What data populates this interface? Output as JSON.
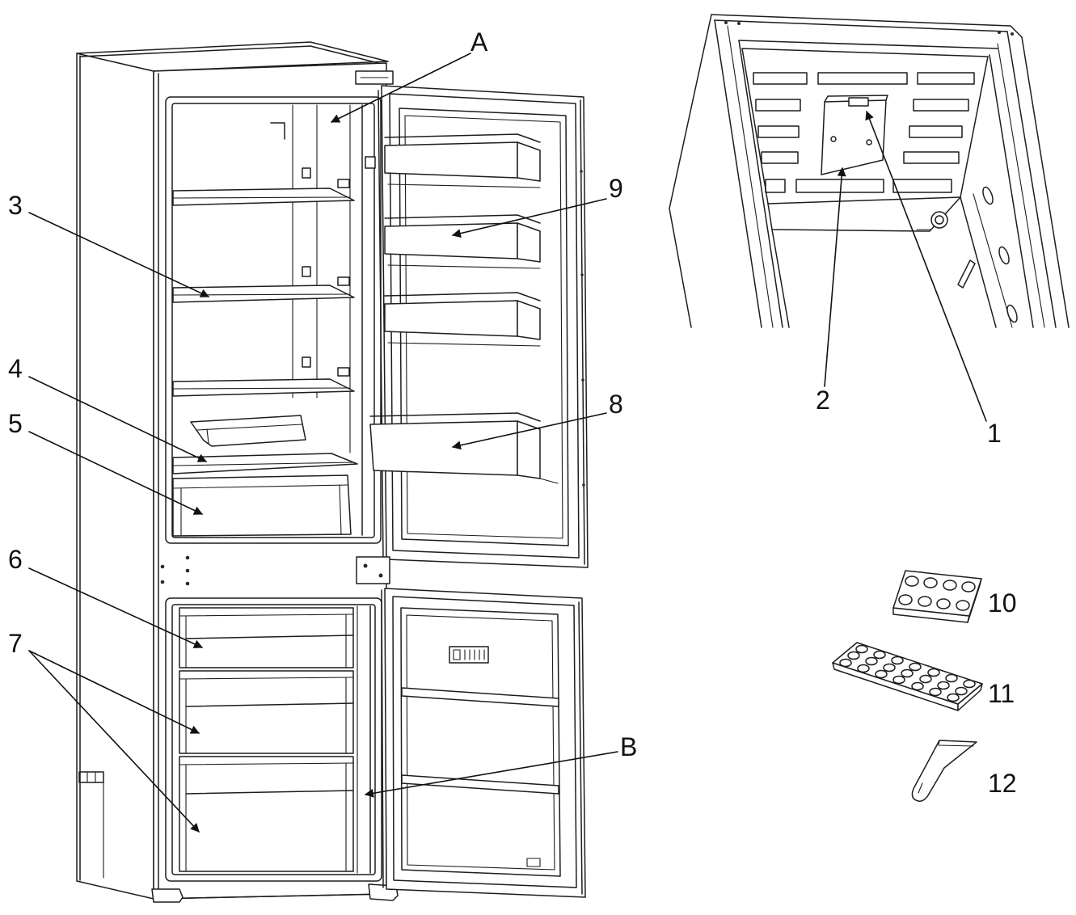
{
  "labels": {
    "a": "A",
    "b": "B",
    "n1": "1",
    "n2": "2",
    "n3": "3",
    "n4": "4",
    "n5": "5",
    "n6": "6",
    "n7": "7",
    "n8": "8",
    "n9": "9",
    "n10": "10",
    "n11": "11",
    "n12": "12"
  }
}
